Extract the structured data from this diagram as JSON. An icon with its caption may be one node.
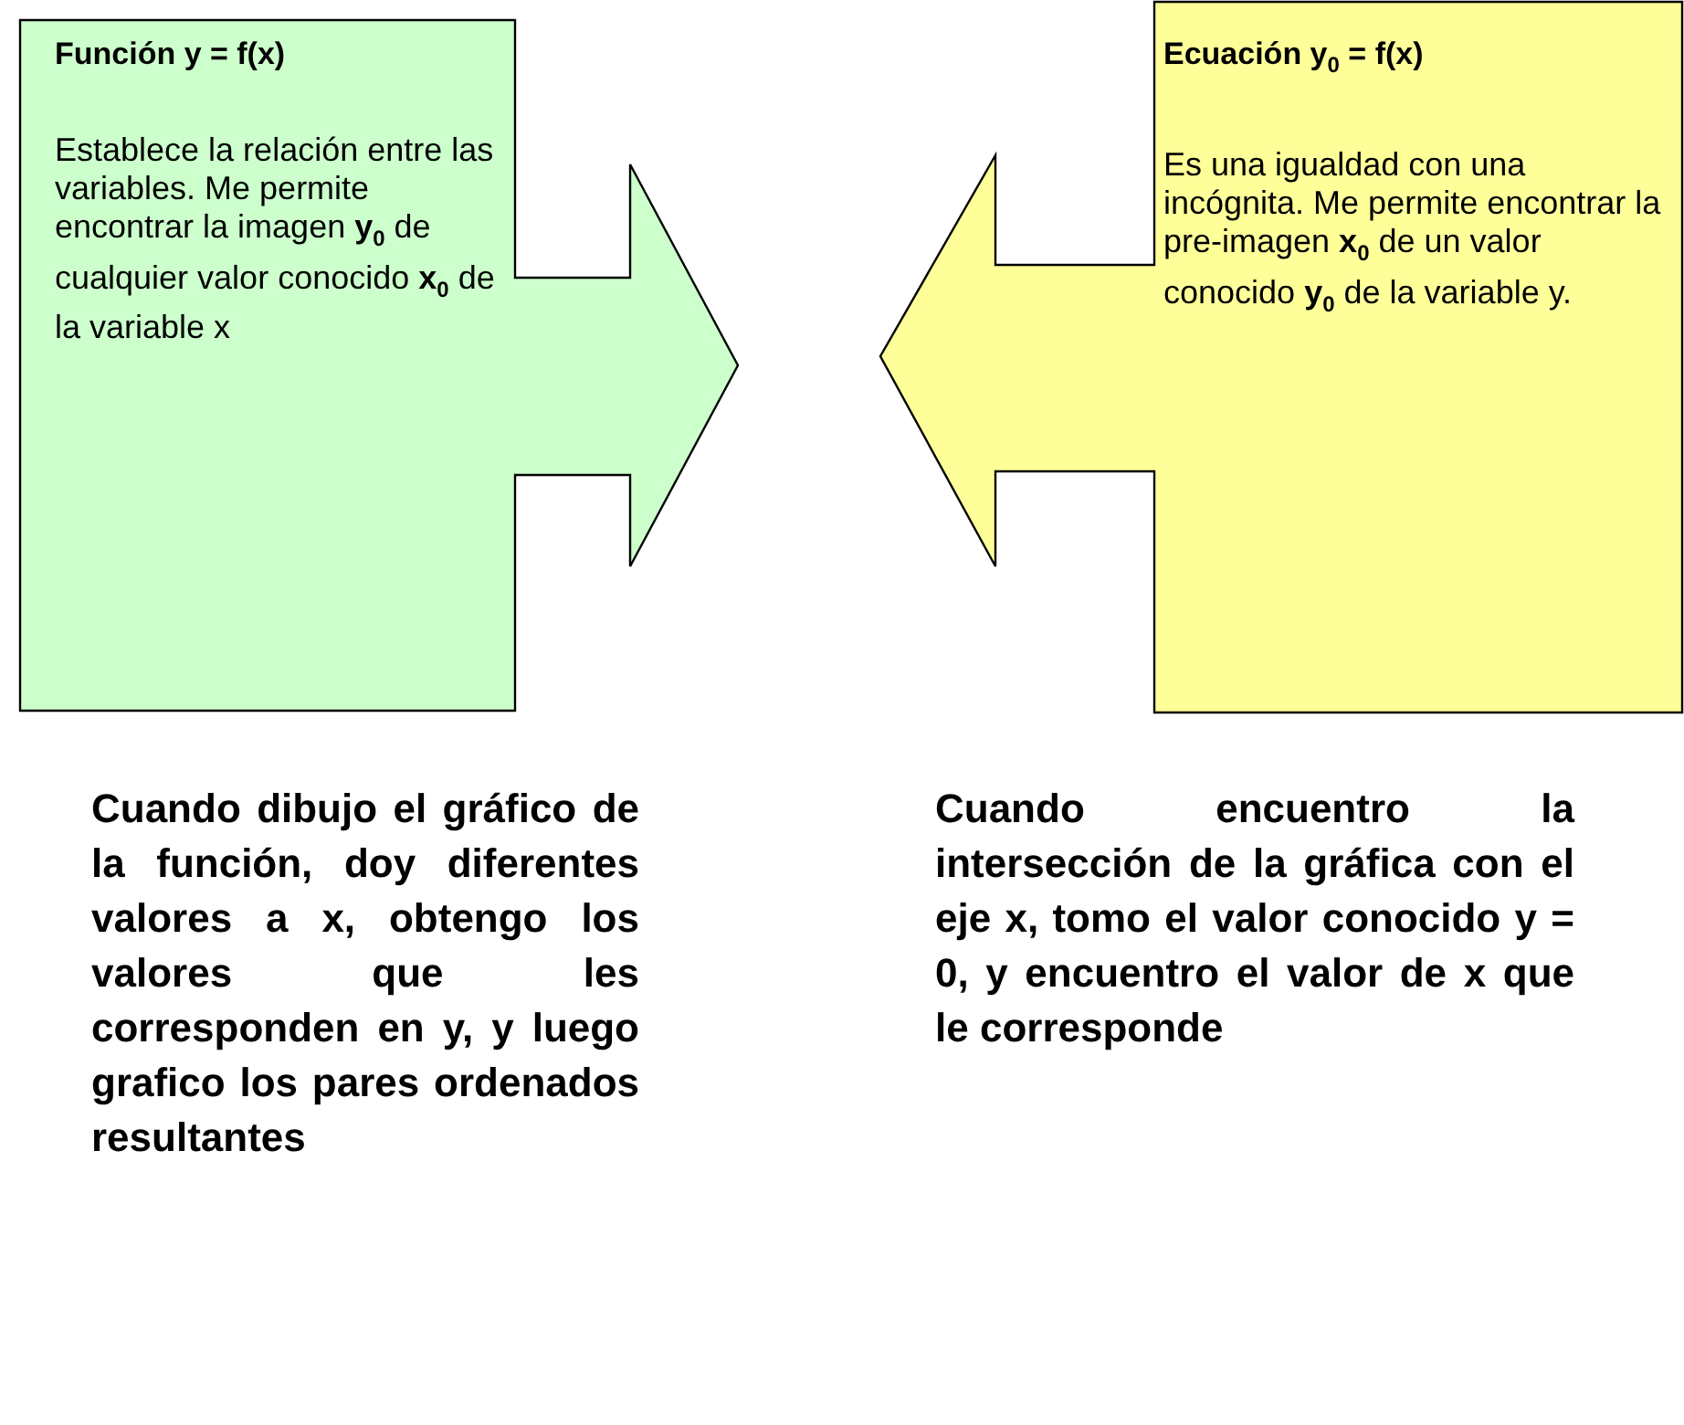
{
  "diagram": {
    "nodes": [
      {
        "text": [
          "Función y = f(x)",
          "Establece la relación entre las variables. Me permite encontrar la imagen **y**$_{0}$ de cualquier valor conocido **x**$_{0}$ de la variable x"
        ]
      },
      {
        "text": [
          "Ecuación y$_{0}$ = f(x)",
          "Es una igualdad con una incógnita. Me permite encontrar la pre-imagen **x**$_{0}$ de un valor conocido **y**$_{0}$ de la variable y."
        ]
      }
    ],
    "labels": [
      "Cuando dibujo el gráfico de la función, doy diferentes valores a x, obtengo los valores que les corresponden en y, y luego grafico los pares ordenados resultantes",
      "Cuando encuentro la intersección de la gráfica con el eje x, tomo el valor conocido y = 0, y encuentro el valor de x que le corresponde"
    ]
  }
}
